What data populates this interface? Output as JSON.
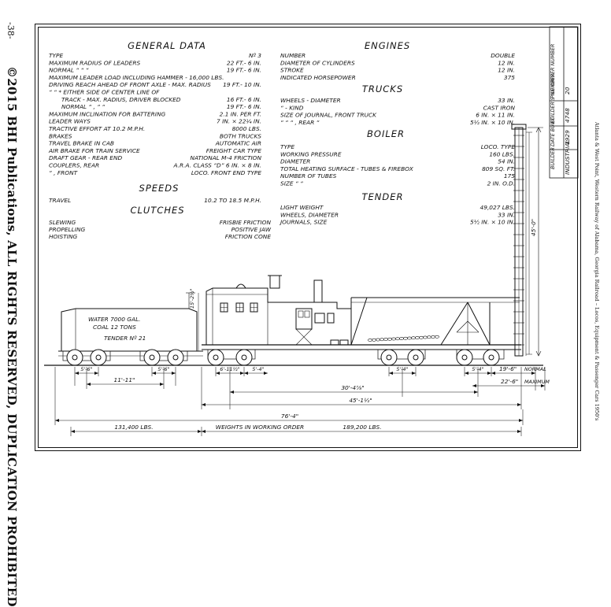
{
  "page_number": "-38-",
  "copyright": "©2015 BHI Publications, ALL RIGHTS RESERVED, DUPLICATION PROHIBITED",
  "side_caption": "Atlanta & West Point, Western Railway of Alabama, Georgia Railroad – Locos, Equipment & Passenger Cars 1950's",
  "general_data": {
    "heading": "GENERAL DATA",
    "rows": [
      {
        "label": "TYPE",
        "value": "Nº 3"
      },
      {
        "label": "MAXIMUM RADIUS OF LEADERS",
        "value": "22 FT.- 6 IN."
      },
      {
        "label": "NORMAL “ “ “",
        "value": "19 FT.- 6 IN."
      },
      {
        "label": "MAXIMUM LEADER LOAD INCLUDING HAMMER - 16,000 LBS.",
        "value": ""
      },
      {
        "label": "DRIVING REACH AHEAD OF FRONT AXLE - MAX. RADIUS",
        "value": "19 FT.- 10 IN."
      },
      {
        "label": "“ “ * EITHER SIDE OF CENTER LINE OF",
        "value": ""
      },
      {
        "label": "TRACK - MAX. RADIUS, DRIVER BLOCKED",
        "value": "16 FT.- 6 IN."
      },
      {
        "label": "NORMAL “ , “ “",
        "value": "19 FT.- 6 IN."
      },
      {
        "label": "MAXIMUM INCLINATION FOR BATTERING",
        "value": "2.1 IN. PER FT."
      },
      {
        "label": "LEADER WAYS",
        "value": "7 IN. × 22¼ IN."
      },
      {
        "label": "TRACTIVE EFFORT AT 10.2 M.P.H.",
        "value": "8000 LBS."
      },
      {
        "label": "BRAKES",
        "value": "BOTH TRUCKS"
      },
      {
        "label": "TRAVEL BRAKE IN CAB",
        "value": "AUTOMATIC AIR"
      },
      {
        "label": "AIR BRAKE FOR TRAIN SERVICE",
        "value": "FREIGHT CAR TYPE"
      },
      {
        "label": "DRAFT GEAR - REAR END",
        "value": "NATIONAL M-4 FRICTION"
      },
      {
        "label": "COUPLERS, REAR",
        "value": "A.R.A. CLASS “D” 6 IN. × 8 IN."
      },
      {
        "label": "“ , FRONT",
        "value": "LOCO. FRONT END TYPE"
      }
    ]
  },
  "speeds": {
    "heading": "SPEEDS",
    "rows": [
      {
        "label": "TRAVEL",
        "value": "10.2 TO 18.5 M.P.H."
      }
    ]
  },
  "clutches": {
    "heading": "CLUTCHES",
    "rows": [
      {
        "label": "SLEWING",
        "value": "FRISBIE FRICTION"
      },
      {
        "label": "PROPELLING",
        "value": "POSITIVE JAW"
      },
      {
        "label": "HOISTING",
        "value": "FRICTION CONE"
      }
    ]
  },
  "engines": {
    "heading": "ENGINES",
    "rows": [
      {
        "label": "NUMBER",
        "value": "DOUBLE"
      },
      {
        "label": "DIAMETER OF CYLINDERS",
        "value": "12 IN."
      },
      {
        "label": "STROKE",
        "value": "12 IN."
      },
      {
        "label": "INDICATED HORSEPOWER",
        "value": "375"
      }
    ]
  },
  "trucks": {
    "heading": "TRUCKS",
    "rows": [
      {
        "label": "WHEELS - DIAMETER",
        "value": "33 IN."
      },
      {
        "label": "“ - KIND",
        "value": "CAST IRON"
      },
      {
        "label": "SIZE OF JOURNAL, FRONT TRUCK",
        "value": "6 IN. × 11 IN."
      },
      {
        "label": "“ “ “ , REAR “",
        "value": "5½ IN. × 10 IN."
      }
    ]
  },
  "boiler": {
    "heading": "BOILER",
    "rows": [
      {
        "label": "TYPE",
        "value": "LOCO. TYPE"
      },
      {
        "label": "WORKING PRESSURE",
        "value": "160 LBS."
      },
      {
        "label": "DIAMETER",
        "value": "54 IN."
      },
      {
        "label": "TOTAL HEATING SURFACE - TUBES & FIREBOX",
        "value": "809 SQ. FT."
      },
      {
        "label": "NUMBER OF TUBES",
        "value": "175"
      },
      {
        "label": "SIZE “ “",
        "value": "2 IN. O.D."
      }
    ]
  },
  "tender": {
    "heading": "TENDER",
    "rows": [
      {
        "label": "LIGHT WEIGHT",
        "value": "49,027 LBS."
      },
      {
        "label": "WHEELS, DIAMETER",
        "value": "33 IN."
      },
      {
        "label": "JOURNALS, SIZE",
        "value": "5½ IN. × 10 IN."
      }
    ]
  },
  "title_block": {
    "headers": [
      "BUILDER",
      "DATE BUILT",
      "BUILDER'S NUMBER",
      "PILE DRIVER NUMBER"
    ],
    "values": [
      "INDUSTRIAL",
      "1929",
      "4748",
      "20"
    ]
  },
  "drawing": {
    "tender_text": [
      "WATER 7000 GAL.",
      "COAL 12 TONS",
      "TENDER Nº 21"
    ],
    "tender_height": "15'-2½\"",
    "mast_height": "45'-0\"",
    "dims": {
      "tender_truck_l": "5'-6\"",
      "tender_truck_r": "5'-6\"",
      "tender_centers": "11'-11\"",
      "car_truck_l": "6'-11½\"",
      "car_truck_r": "5'-4\"",
      "front_truck": "5'-4\"",
      "reach_normal": "19'-6\"",
      "normal_label": "NORMAL",
      "reach_max": "22'-6\"",
      "max_label": "MAXIMUM",
      "car_centers": "30'-4⅞\"",
      "car_length": "45'-1½\"",
      "overall": "76'-4\"",
      "weight_tender": "131,400 LBS.",
      "weight_label": "WEIGHTS IN WORKING ORDER",
      "weight_car": "189,200 LBS."
    }
  }
}
